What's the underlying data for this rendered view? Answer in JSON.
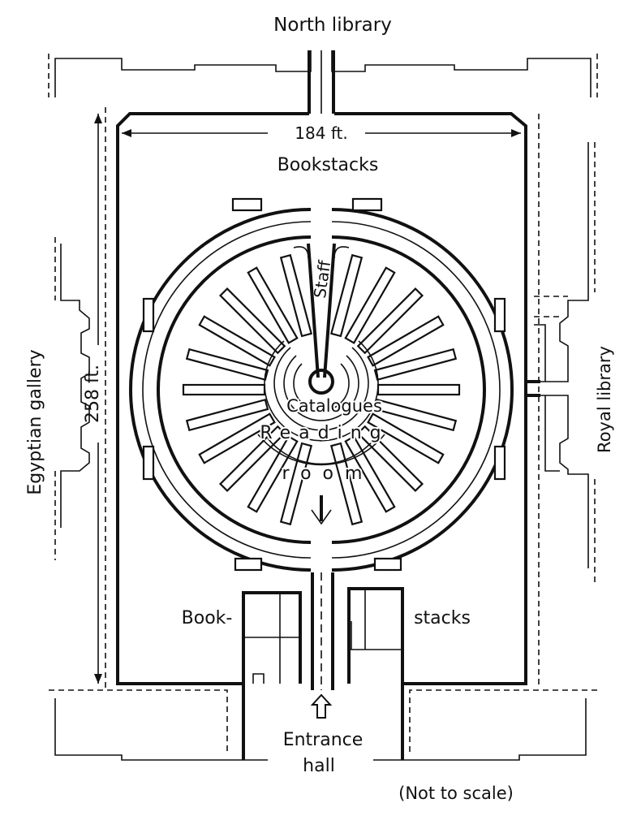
{
  "labels": {
    "north_library": "North library",
    "width_dim": "184 ft.",
    "bookstacks_top": "Bookstacks",
    "staff": "Staff",
    "catalogues": "Catalogues",
    "reading": "Reading",
    "room": "room",
    "height_dim": "258 ft.",
    "egyptian_gallery": "Egyptian gallery",
    "royal_library": "Royal library",
    "book_left": "Book-",
    "stacks_right": "stacks",
    "entrance": "Entrance",
    "hall": "hall",
    "not_to_scale": "(Not to scale)"
  }
}
